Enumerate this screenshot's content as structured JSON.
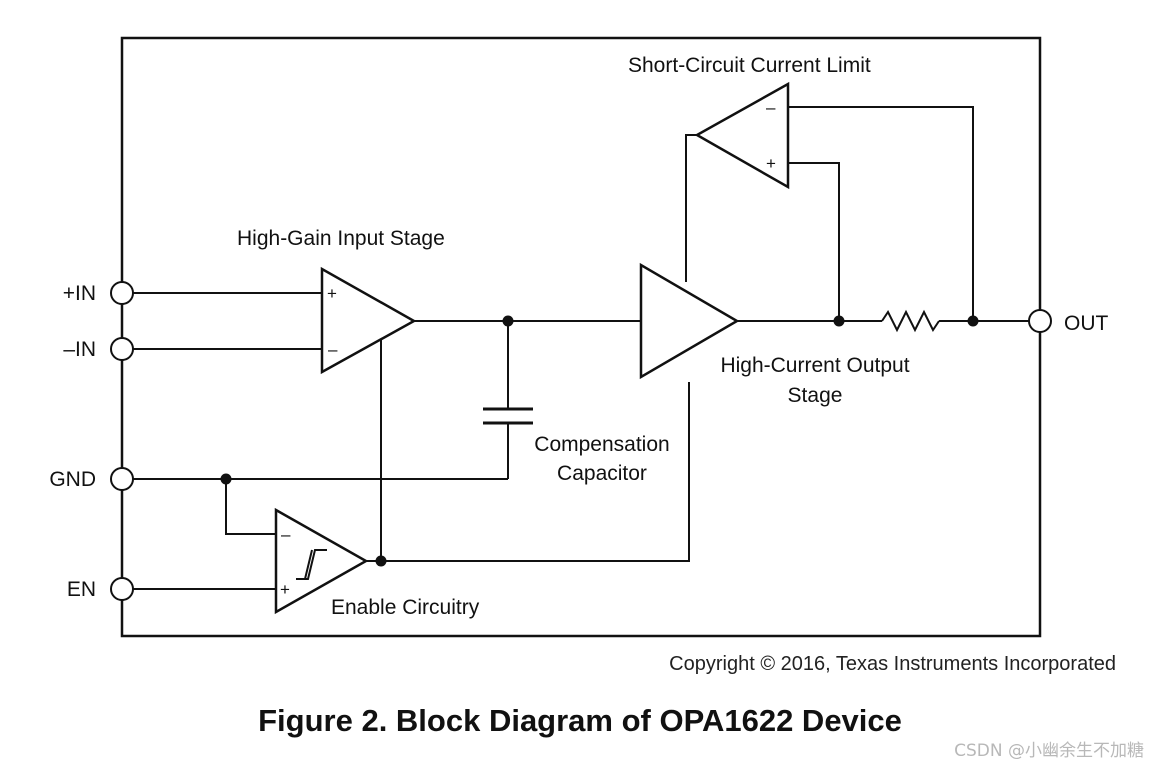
{
  "diagram": {
    "labels": {
      "short_circuit": "Short-Circuit Current Limit",
      "high_gain": "High-Gain Input Stage",
      "high_current_line1": "High-Current Output",
      "high_current_line2": "Stage",
      "compensation_line1": "Compensation",
      "compensation_line2": "Capacitor",
      "enable": "Enable Circuitry"
    },
    "pins": {
      "in_plus": "+IN",
      "in_minus": "–IN",
      "gnd": "GND",
      "en": "EN",
      "out": "OUT"
    },
    "signs": {
      "minus": "–",
      "plus": "+"
    }
  },
  "copyright": "Copyright © 2016, Texas Instruments Incorporated",
  "caption": "Figure 2. Block Diagram of OPA1622 Device",
  "watermark": "CSDN @小幽余生不加糖"
}
